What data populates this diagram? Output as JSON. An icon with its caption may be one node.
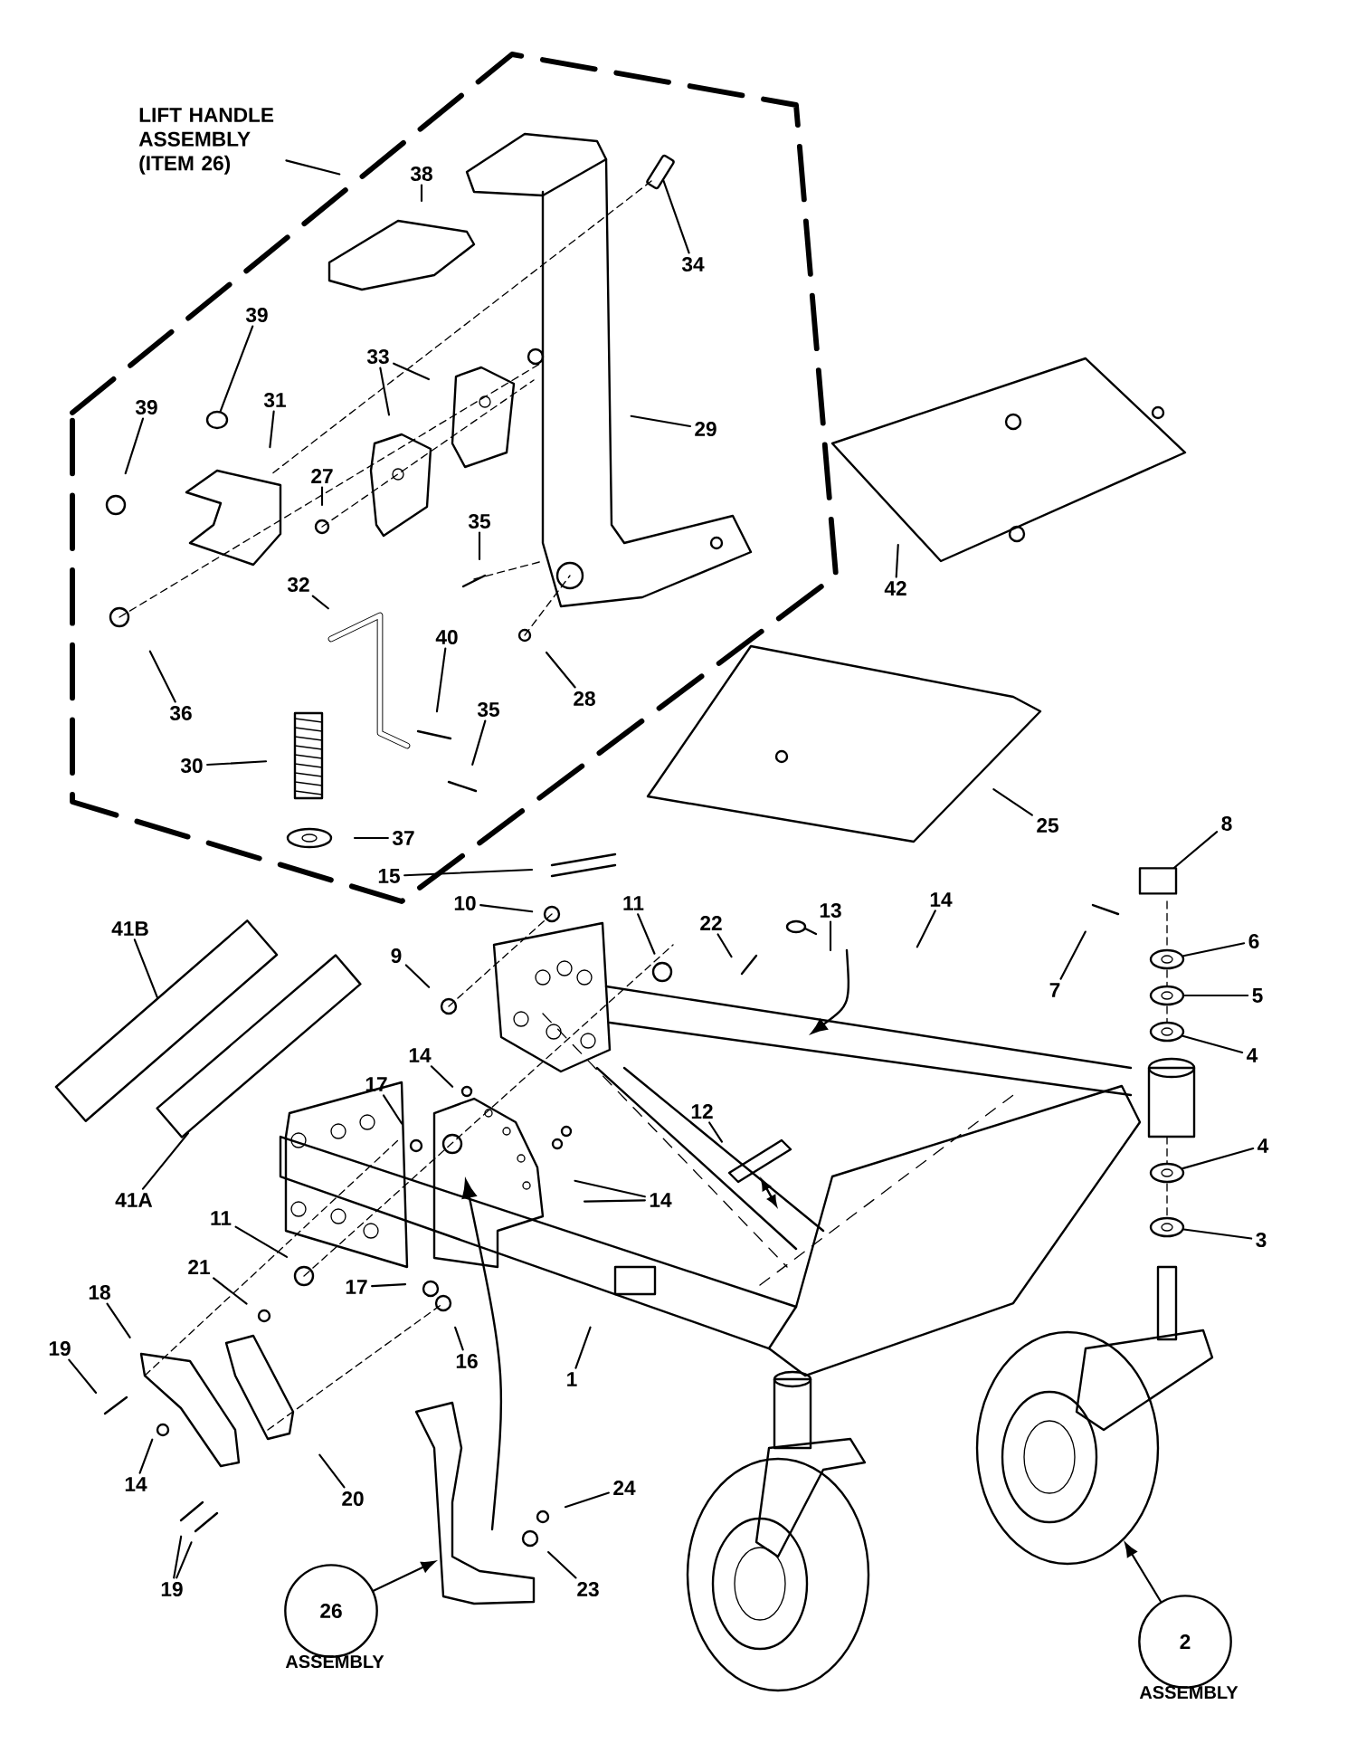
{
  "diagram": {
    "nodes": [
      {
        "text": [
          "LIFT HANDLE ASSEMBLY (ITEM 26)"
        ]
      },
      {
        "text": [
          "38"
        ]
      },
      {
        "text": [
          "34"
        ]
      },
      {
        "text": [
          "39"
        ]
      },
      {
        "text": [
          "39"
        ]
      },
      {
        "text": [
          "31"
        ]
      },
      {
        "text": [
          "33"
        ]
      },
      {
        "text": [
          "27"
        ]
      },
      {
        "text": [
          "29"
        ]
      },
      {
        "text": [
          "35"
        ]
      },
      {
        "text": [
          "32"
        ]
      },
      {
        "text": [
          "40"
        ]
      },
      {
        "text": [
          "36"
        ]
      },
      {
        "text": [
          "28"
        ]
      },
      {
        "text": [
          "30"
        ]
      },
      {
        "text": [
          "35"
        ]
      },
      {
        "text": [
          "37"
        ]
      },
      {
        "text": [
          "42"
        ]
      },
      {
        "text": [
          "25"
        ]
      },
      {
        "text": [
          "8"
        ]
      },
      {
        "text": [
          "15"
        ]
      },
      {
        "text": [
          "10"
        ]
      },
      {
        "text": [
          "11"
        ]
      },
      {
        "text": [
          "22"
        ]
      },
      {
        "text": [
          "13"
        ]
      },
      {
        "text": [
          "14"
        ]
      },
      {
        "text": [
          "7"
        ]
      },
      {
        "text": [
          "6"
        ]
      },
      {
        "text": [
          "5"
        ]
      },
      {
        "text": [
          "4"
        ]
      },
      {
        "text": [
          "41B"
        ]
      },
      {
        "text": [
          "9"
        ]
      },
      {
        "text": [
          "14"
        ]
      },
      {
        "text": [
          "17"
        ]
      },
      {
        "text": [
          "12"
        ]
      },
      {
        "text": [
          "14"
        ]
      },
      {
        "text": [
          "4"
        ]
      },
      {
        "text": [
          "3"
        ]
      },
      {
        "text": [
          "11"
        ]
      },
      {
        "text": [
          "21"
        ]
      },
      {
        "text": [
          "41A"
        ]
      },
      {
        "text": [
          "17"
        ]
      },
      {
        "text": [
          "18"
        ]
      },
      {
        "text": [
          "16"
        ]
      },
      {
        "text": [
          "1"
        ]
      },
      {
        "text": [
          "19"
        ]
      },
      {
        "text": [
          "14"
        ]
      },
      {
        "text": [
          "20"
        ]
      },
      {
        "text": [
          "19"
        ]
      },
      {
        "text": [
          "24"
        ]
      },
      {
        "text": [
          "23"
        ]
      },
      {
        "text": [
          "26"
        ],
        "beside": [
          "ASSEMBLY"
        ]
      },
      {
        "text": [
          "2"
        ],
        "beside": [
          "ASSEMBLY"
        ]
      },
      {
        "text": [],
        "shape": "picture"
      },
      {
        "text": [],
        "shape": "circle"
      },
      {
        "text": [],
        "shape": "cylinder"
      },
      {
        "text": [],
        "shape": "circle"
      },
      {
        "text": [],
        "shape": "circle"
      },
      {
        "text": [],
        "shape": "circle"
      },
      {
        "text": [],
        "shape": "circle"
      },
      {
        "text": [],
        "shape": "circle"
      },
      {
        "text": [],
        "shape": "bar"
      },
      {
        "text": [],
        "shape": "bar"
      },
      {
        "text": [],
        "shape": "circle"
      }
    ],
    "edges": [
      {
        "from": 0,
        "to": null,
        "arrow": "none"
      },
      {
        "from": 1,
        "to": null,
        "arrow": "none"
      },
      {
        "from": 2,
        "to": 53,
        "arrow": "none"
      },
      {
        "from": 3,
        "to": 54,
        "arrow": "none"
      },
      {
        "from": 4,
        "to": null,
        "arrow": "none"
      },
      {
        "from": 5,
        "to": null,
        "arrow": "none"
      },
      {
        "from": 6,
        "to": null,
        "arrow": "none"
      },
      {
        "from": 6,
        "to": null,
        "arrow": "none"
      },
      {
        "from": 7,
        "to": null,
        "arrow": "none"
      },
      {
        "from": 8,
        "to": null,
        "arrow": "none"
      },
      {
        "from": 9,
        "to": null,
        "arrow": "none"
      },
      {
        "from": 10,
        "to": null,
        "arrow": "none"
      },
      {
        "from": 11,
        "to": null,
        "arrow": "none"
      },
      {
        "from": 12,
        "to": null,
        "arrow": "none"
      },
      {
        "from": 13,
        "to": null,
        "arrow": "none"
      },
      {
        "from": 14,
        "to": null,
        "arrow": "none"
      },
      {
        "from": 15,
        "to": null,
        "arrow": "none"
      },
      {
        "from": 16,
        "to": null,
        "arrow": "none"
      },
      {
        "from": 17,
        "to": null,
        "arrow": "none"
      },
      {
        "from": 18,
        "to": null,
        "arrow": "none"
      },
      {
        "from": 19,
        "to": 55,
        "arrow": "none"
      },
      {
        "from": 20,
        "to": null,
        "arrow": "none"
      },
      {
        "from": 21,
        "to": null,
        "arrow": "none"
      },
      {
        "from": 22,
        "to": null,
        "arrow": "none"
      },
      {
        "from": 23,
        "to": null,
        "arrow": "none"
      },
      {
        "from": 24,
        "to": null,
        "arrow": "none"
      },
      {
        "from": 25,
        "to": null,
        "arrow": "none"
      },
      {
        "from": 26,
        "to": null,
        "arrow": "none"
      },
      {
        "from": 27,
        "to": 56,
        "arrow": "none"
      },
      {
        "from": 28,
        "to": 57,
        "arrow": "none"
      },
      {
        "from": 29,
        "to": 58,
        "arrow": "none"
      },
      {
        "from": 30,
        "to": 61,
        "arrow": "none"
      },
      {
        "from": 31,
        "to": null,
        "arrow": "none"
      },
      {
        "from": 32,
        "to": null,
        "arrow": "none"
      },
      {
        "from": 33,
        "to": null,
        "arrow": "none"
      },
      {
        "from": 34,
        "to": null,
        "arrow": "none"
      },
      {
        "from": 35,
        "to": null,
        "arrow": "none"
      },
      {
        "from": 35,
        "to": null,
        "arrow": "none"
      },
      {
        "from": 36,
        "to": 59,
        "arrow": "none"
      },
      {
        "from": 37,
        "to": 60,
        "arrow": "none"
      },
      {
        "from": 38,
        "to": null,
        "arrow": "none"
      },
      {
        "from": 39,
        "to": null,
        "arrow": "none"
      },
      {
        "from": 40,
        "to": 62,
        "arrow": "none"
      },
      {
        "from": 41,
        "to": null,
        "arrow": "none"
      },
      {
        "from": 42,
        "to": null,
        "arrow": "none"
      },
      {
        "from": 43,
        "to": null,
        "arrow": "none"
      },
      {
        "from": 44,
        "to": null,
        "arrow": "none"
      },
      {
        "from": 45,
        "to": null,
        "arrow": "none"
      },
      {
        "from": 46,
        "to": null,
        "arrow": "none"
      },
      {
        "from": 47,
        "to": null,
        "arrow": "none"
      },
      {
        "from": 48,
        "to": null,
        "arrow": "none"
      },
      {
        "from": 48,
        "to": null,
        "arrow": "none"
      },
      {
        "from": 49,
        "to": null,
        "arrow": "none"
      },
      {
        "from": 50,
        "to": null,
        "arrow": "none"
      },
      {
        "from": 51,
        "to": null,
        "arrow": "to"
      },
      {
        "from": 52,
        "to": 63,
        "arrow": "to"
      }
    ]
  }
}
